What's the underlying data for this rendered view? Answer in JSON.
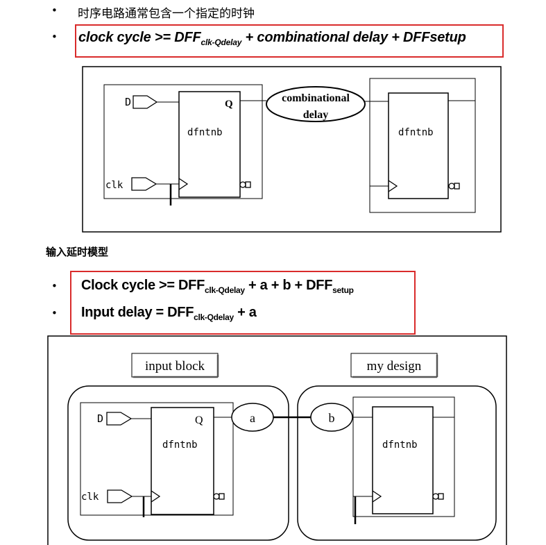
{
  "top": {
    "bullet_char": "•",
    "line1": "时序电路通常包含一个指定的时钟",
    "formula": {
      "lhs": "clock cycle >= DFF",
      "sub": "clk-Qdelay",
      "rhs": " + combinational delay + DFFsetup"
    }
  },
  "diagram1": {
    "d_label": "D",
    "q_label": "Q",
    "clk_label": "clk",
    "cell_left": "dfntnb",
    "cell_right": "dfntnb",
    "combo_line1": "combinational",
    "combo_line2": "delay"
  },
  "section2": {
    "title": "输入延时模型",
    "formula1": {
      "lhs": "Clock cycle >= DFF",
      "sub1": "clk-Qdelay",
      "mid": " + a + b + DFF",
      "sub2": "setup"
    },
    "formula2": {
      "lhs": "Input delay = DFF",
      "sub": "clk-Qdelay",
      "rhs": " + a"
    }
  },
  "diagram2": {
    "input_block_label": "input block",
    "my_design_label": "my design",
    "d_label": "D",
    "q_label": "Q",
    "clk_label": "clk",
    "cell_left": "dfntnb",
    "cell_right": "dfntnb",
    "a_label": "a",
    "b_label": "b"
  },
  "colors": {
    "highlight_border": "#d92b2b"
  }
}
